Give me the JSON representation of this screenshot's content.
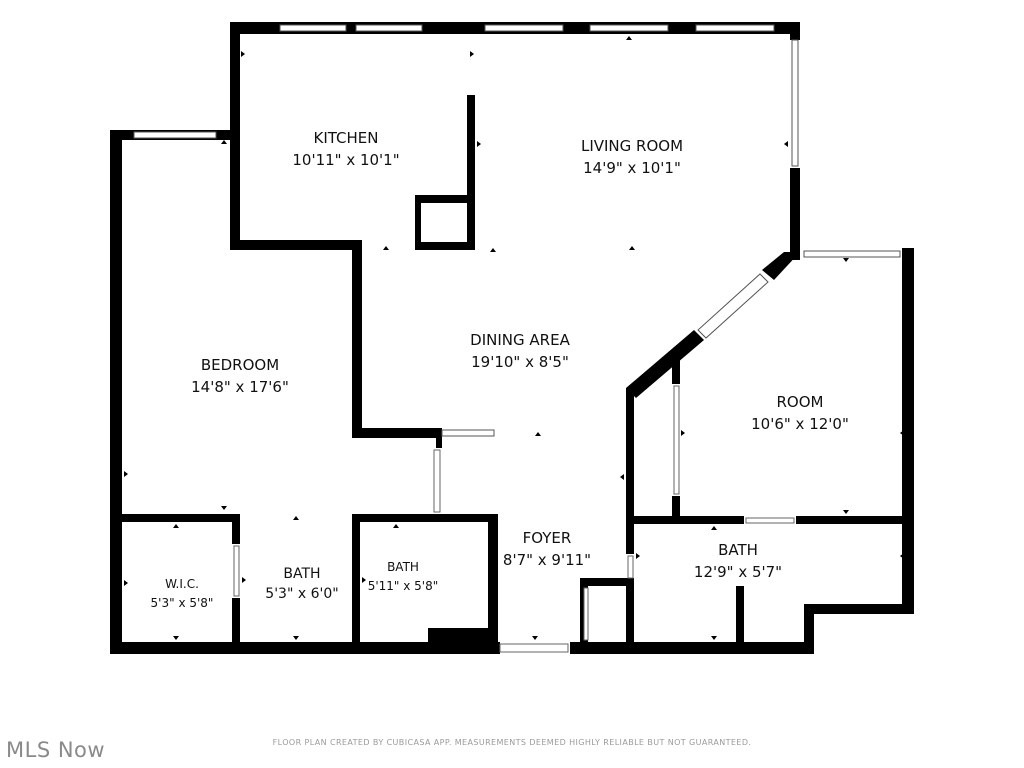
{
  "rooms": {
    "kitchen": {
      "name": "KITCHEN",
      "dim": "10'11\" x 10'1\""
    },
    "living_room": {
      "name": "LIVING ROOM",
      "dim": "14'9\" x 10'1\""
    },
    "bedroom": {
      "name": "BEDROOM",
      "dim": "14'8\" x 17'6\""
    },
    "dining_area": {
      "name": "DINING AREA",
      "dim": "19'10\" x 8'5\""
    },
    "room": {
      "name": "ROOM",
      "dim": "10'6\" x 12'0\""
    },
    "wic": {
      "name": "W.I.C.",
      "dim": "5'3\" x 5'8\""
    },
    "bath_1": {
      "name": "BATH",
      "dim": "5'3\" x 6'0\""
    },
    "bath_2": {
      "name": "BATH",
      "dim": "5'11\" x 5'8\""
    },
    "foyer": {
      "name": "FOYER",
      "dim": "8'7\" x 9'11\""
    },
    "bath_3": {
      "name": "BATH",
      "dim": "12'9\" x 5'7\""
    }
  },
  "footer": {
    "disclaimer": "FLOOR PLAN CREATED BY CUBICASA APP. MEASUREMENTS DEEMED HIGHLY RELIABLE BUT NOT GUARANTEED.",
    "brand": "MLS Now"
  },
  "colors": {
    "wall": "#000000",
    "text": "#111111",
    "footer_text": "#9a9a9a",
    "brand_text": "#8a8a8a"
  }
}
